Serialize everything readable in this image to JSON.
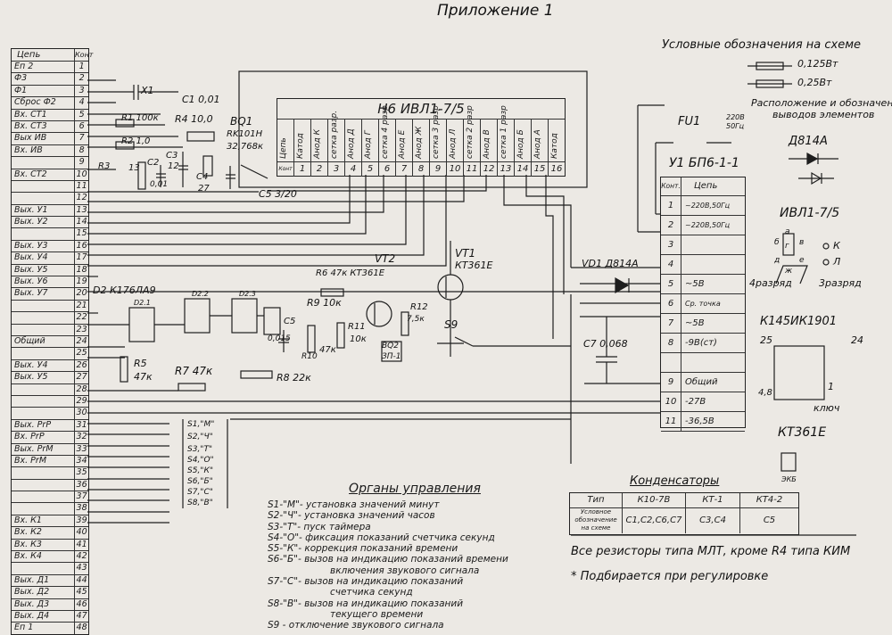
{
  "header": {
    "title": "Приложение 1",
    "legend_title": "Условные обозначения на схеме",
    "res_small": "0,125Вт",
    "res_big": "0,25Вт",
    "pinout_title_1": "Расположение и обозначение",
    "pinout_title_2": "выводов элементов"
  },
  "circuit_table": {
    "head_name": "Цепь",
    "head_num": "Конт",
    "rows": [
      {
        "name": "Еп 2",
        "num": "1"
      },
      {
        "name": "Ф3",
        "num": "2"
      },
      {
        "name": "Ф1",
        "num": "3"
      },
      {
        "name": "Сброс Ф2",
        "num": "4"
      },
      {
        "name": "Вх. СТ1",
        "num": "5"
      },
      {
        "name": "Вх. СТ3",
        "num": "6"
      },
      {
        "name": "Вых ИВ",
        "num": "7"
      },
      {
        "name": "Вх. ИВ",
        "num": "8"
      },
      {
        "name": "",
        "num": "9"
      },
      {
        "name": "Вх. СТ2",
        "num": "10"
      },
      {
        "name": "",
        "num": "11"
      },
      {
        "name": "",
        "num": "12"
      },
      {
        "name": "Вых. У1",
        "num": "13"
      },
      {
        "name": "Вых. У2",
        "num": "14"
      },
      {
        "name": "",
        "num": "15"
      },
      {
        "name": "Вых. У3",
        "num": "16"
      },
      {
        "name": "Вых. У4",
        "num": "17"
      },
      {
        "name": "Вых. У5",
        "num": "18"
      },
      {
        "name": "Вых. У6",
        "num": "19"
      },
      {
        "name": "Вых. У7",
        "num": "20"
      },
      {
        "name": "",
        "num": "21"
      },
      {
        "name": "",
        "num": "22"
      },
      {
        "name": "",
        "num": "23"
      },
      {
        "name": "Общий",
        "num": "24"
      },
      {
        "name": "",
        "num": "25"
      },
      {
        "name": "Вых. У4",
        "num": "26"
      },
      {
        "name": "Вых. У5",
        "num": "27"
      },
      {
        "name": "",
        "num": "28"
      },
      {
        "name": "",
        "num": "29"
      },
      {
        "name": "",
        "num": "30"
      },
      {
        "name": "Вых. РrР",
        "num": "31"
      },
      {
        "name": "Вх. РrР",
        "num": "32"
      },
      {
        "name": "Вых. РrМ",
        "num": "33"
      },
      {
        "name": "Вх. РrМ",
        "num": "34"
      },
      {
        "name": "",
        "num": "35"
      },
      {
        "name": "",
        "num": "36"
      },
      {
        "name": "",
        "num": "37"
      },
      {
        "name": "",
        "num": "38"
      },
      {
        "name": "Вх. К1",
        "num": "39"
      },
      {
        "name": "Вх. К2",
        "num": "40"
      },
      {
        "name": "Вх. К3",
        "num": "41"
      },
      {
        "name": "Вх. К4",
        "num": "42"
      },
      {
        "name": "",
        "num": "43"
      },
      {
        "name": "Вых. Д1",
        "num": "44"
      },
      {
        "name": "Вых. Д2",
        "num": "45"
      },
      {
        "name": "Вых. Д3",
        "num": "46"
      },
      {
        "name": "Вых. Д4",
        "num": "47"
      },
      {
        "name": "Еп 1",
        "num": "48"
      }
    ]
  },
  "ivl": {
    "title": "Н6 ИВЛ1-7/5",
    "cells": [
      {
        "label": "Цепь",
        "num": "Конт"
      },
      {
        "label": "Катод",
        "num": "1"
      },
      {
        "label": "Анод К",
        "num": "2"
      },
      {
        "label": "сетка разр.",
        "num": "3"
      },
      {
        "label": "Анод Д",
        "num": "4"
      },
      {
        "label": "Анод Г",
        "num": "5"
      },
      {
        "label": "сетка 4 разр",
        "num": "6"
      },
      {
        "label": "Анод Е",
        "num": "7"
      },
      {
        "label": "Анод Ж",
        "num": "8"
      },
      {
        "label": "сетка 3 разр",
        "num": "9"
      },
      {
        "label": "Анод Л",
        "num": "10"
      },
      {
        "label": "сетка 2 разр",
        "num": "11"
      },
      {
        "label": "Анод В",
        "num": "12"
      },
      {
        "label": "сетка 1 разр",
        "num": "13"
      },
      {
        "label": "Анод Б",
        "num": "14"
      },
      {
        "label": "Анод А",
        "num": "15"
      },
      {
        "label": "Катод",
        "num": "16"
      }
    ]
  },
  "power_unit": {
    "title": "У1 БП6-1-1",
    "head_k": "Конт.",
    "head_c": "Цепь",
    "rows": [
      {
        "k": "1",
        "c": "~220В,50Гц"
      },
      {
        "k": "2",
        "c": "~220В,50Гц"
      },
      {
        "k": "3",
        "c": ""
      },
      {
        "k": "4",
        "c": ""
      },
      {
        "k": "5",
        "c": "~5В"
      },
      {
        "k": "6",
        "c": "Ср. точка"
      },
      {
        "k": "7",
        "c": "~5В"
      },
      {
        "k": "8",
        "c": "-9В(ст)"
      },
      {
        "k": "",
        "c": ""
      },
      {
        "k": "9",
        "c": "Общий"
      },
      {
        "k": "10",
        "c": "-27В"
      },
      {
        "k": "11",
        "c": "-36,5В"
      }
    ]
  },
  "labels": {
    "fu1": "FU1",
    "mains": "220В",
    "mains2": "50Гц",
    "x1": "X1",
    "c1": "C1 0,01",
    "r1": "R1 100к",
    "r2": "R2 1,0",
    "r3": "R3",
    "r3v": "13",
    "c2": "C2",
    "c2v": "0,01",
    "c3": "C3",
    "c3v": "12",
    "r4": "R4 10,0",
    "bq1": "BQ1",
    "bq1t": "RK101Н",
    "bq1f": "32,768к",
    "c4": "C4",
    "c4v": "27",
    "c5a": "C5 3/20",
    "vt2": "VT2",
    "r6": "R6 47к КТ361Е",
    "vt1": "VT1",
    "vt1t": "КТ361Е",
    "d2": "D2 К176ЛА9",
    "d21": "D2.1",
    "d22": "D2.2",
    "d23": "D2.3",
    "r5": "R5",
    "r5v": "47к",
    "r7": "R7 47к",
    "r8": "R8 22к",
    "c5b": "C5",
    "c5bv": "0,015",
    "r9": "R9 10к",
    "r10": "R10",
    "r10v": "47к",
    "r11": "R11",
    "r11v": "10к",
    "r12": "R12",
    "r12v": "7,5к",
    "ba2": "ВQ2",
    "ba2t": "ЗП-1",
    "s9": "S9",
    "vd1": "VD1 Д814А",
    "c7": "C7 0,068",
    "d814": "Д814А",
    "ivl_pin": "ИВЛ1-7/5",
    "dig4": "4разряд",
    "dig3": "3разряд",
    "k145": "К145ИК1901",
    "k145_25": "25",
    "k145_24": "24",
    "k145_1": "1",
    "k145_48": "4,8",
    "key": "ключ",
    "kt361": "КТ361Е",
    "ekb": "ЭКБ",
    "sw_s1": "S1,\"М\"",
    "sw_s2": "S2,\"Ч\"",
    "sw_s3": "S3,\"Т\"",
    "sw_s4": "S4,\"О\"",
    "sw_s5": "S5,\"К\"",
    "sw_s6": "S6,\"Б\"",
    "sw_s7": "S7,\"С\"",
    "sw_s8": "S8,\"В\"",
    "seg_a": "а",
    "seg_b": "б",
    "seg_v": "в",
    "seg_g": "г",
    "seg_d": "д",
    "seg_e": "е",
    "seg_zh": "ж",
    "seg_k": "К",
    "seg_l": "Л"
  },
  "controls": {
    "title": "Органы управления",
    "items": [
      "S1-\"М\"- установка значений минут",
      "S2-\"Ч\"- установка значений часов",
      "S3-\"Т\"- пуск таймера",
      "S4-\"О\"- фиксация показаний счетчика секунд",
      "S5-\"К\"- коррекция показаний времени",
      "S6-\"Б\"- вызов на индикацию показаний времени",
      "включения звукового сигнала",
      "S7-\"С\"- вызов на индикацию показаний",
      "счетчика секунд",
      "S8-\"В\"- вызов на индикацию показаний",
      "текущего времени",
      "S9 - отключение звукового сигнала"
    ]
  },
  "capacitors": {
    "title": "Конденсаторы",
    "head": [
      "Тип",
      "К10-7В",
      "КТ-1",
      "КТ4-2"
    ],
    "row_label": "Условное обозначение на схеме",
    "row": [
      "С1,С2,С6,С7",
      "С3,С4",
      "С5"
    ]
  },
  "notes": {
    "resistors": "Все резисторы типа МЛТ, кроме R4 типа КИМ",
    "selected": "* Подбирается при регулировке"
  }
}
